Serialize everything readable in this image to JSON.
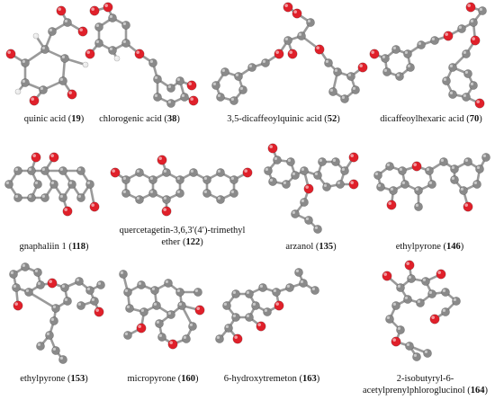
{
  "molecules": [
    {
      "name": "quinic acid",
      "number": "19"
    },
    {
      "name": "chlorogenic acid",
      "number": "38"
    },
    {
      "name": "3,5-dicaffeoylquinic acid",
      "number": "52"
    },
    {
      "name": "dicaffeoylhexaric acid",
      "number": "70"
    },
    {
      "name": "gnaphaliin 1",
      "number": "118"
    },
    {
      "name": "quercetagetin-3,6,3′(4′)-trimethyl",
      "name_line2": "ether",
      "number": "122"
    },
    {
      "name": "arzanol",
      "number": "135"
    },
    {
      "name": "ethylpyrone",
      "number": "146"
    },
    {
      "name": "ethylpyrone",
      "number": "153"
    },
    {
      "name": "micropyrone",
      "number": "160"
    },
    {
      "name": "6-hydroxytremeton",
      "number": "163"
    },
    {
      "name": "2-isobutyryl-6-",
      "name_line2": "acetylprenylphloroglucinol",
      "number": "164"
    }
  ],
  "colors": {
    "carbon": "#8a8a8a",
    "oxygen": "#e0202a",
    "hydrogen": "#ececec",
    "bond": "#9a9a9a"
  }
}
